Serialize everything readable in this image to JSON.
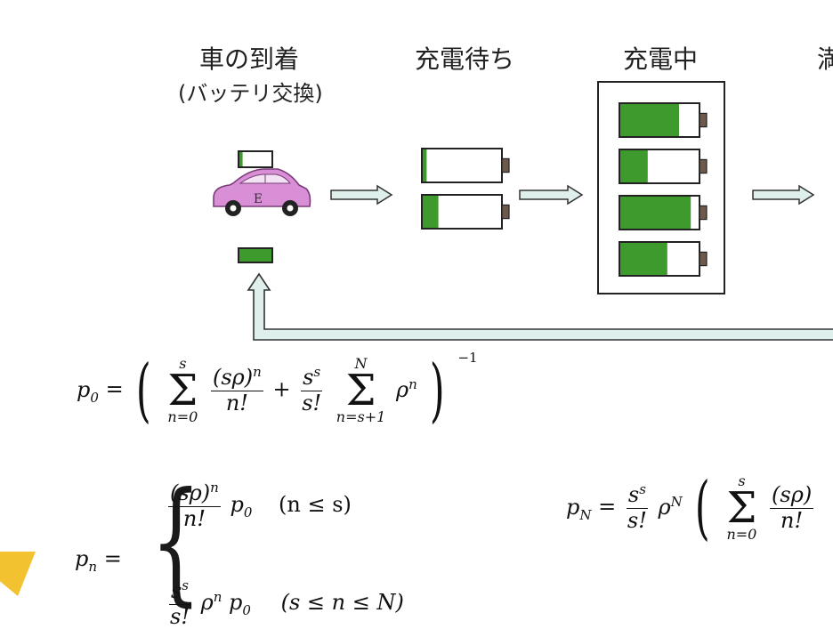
{
  "stages": {
    "arrival_line1": "車の到着",
    "arrival_line2": "(バッテリ交換)",
    "waiting": "充電待ち",
    "charging": "充電中",
    "done_partial": "満"
  },
  "car": {
    "emblem": "E"
  },
  "colors": {
    "battery_fill": "#3f9a2e",
    "battery_terminal": "#6e5a4d",
    "car_body": "#d98fd6",
    "arrow_fill": "#dff0ec",
    "arrow_stroke": "#333333",
    "yellow_deco": "#f2c230"
  },
  "battery_levels": {
    "car_top": 0.1,
    "car_bottom": 1.0,
    "waiting": [
      0.05,
      0.2
    ],
    "charging": [
      0.75,
      0.35,
      0.9,
      0.6
    ]
  },
  "formulas": {
    "p0_lhs": "p",
    "p0_sub": "0",
    "eq": "=",
    "sum_upper_s": "s",
    "sum_lower_n0": "n=0",
    "term1_num": "(sρ)",
    "term1_num_exp": "n",
    "term1_den": "n!",
    "plus": "+",
    "term2_num": "s",
    "term2_num_exp": "s",
    "term2_den": "s!",
    "sum_upper_N": "N",
    "sum_lower_ns1": "n=s+1",
    "rho": "ρ",
    "rho_exp": "n",
    "neg1": "−1",
    "pn_lhs": "p",
    "pn_sub": "n",
    "case1_tail": "p",
    "case1_tail_sub": "0",
    "case1_cond": "(n ≤ s)",
    "case2_expr": "ρ",
    "case2_cond": "(s ≤ n ≤ N)",
    "pN_lhs": "p",
    "pN_sub": "N",
    "pN_rho_exp": "N",
    "pN_num_partial": "(sρ)",
    "pN_den_partial": "n!"
  }
}
